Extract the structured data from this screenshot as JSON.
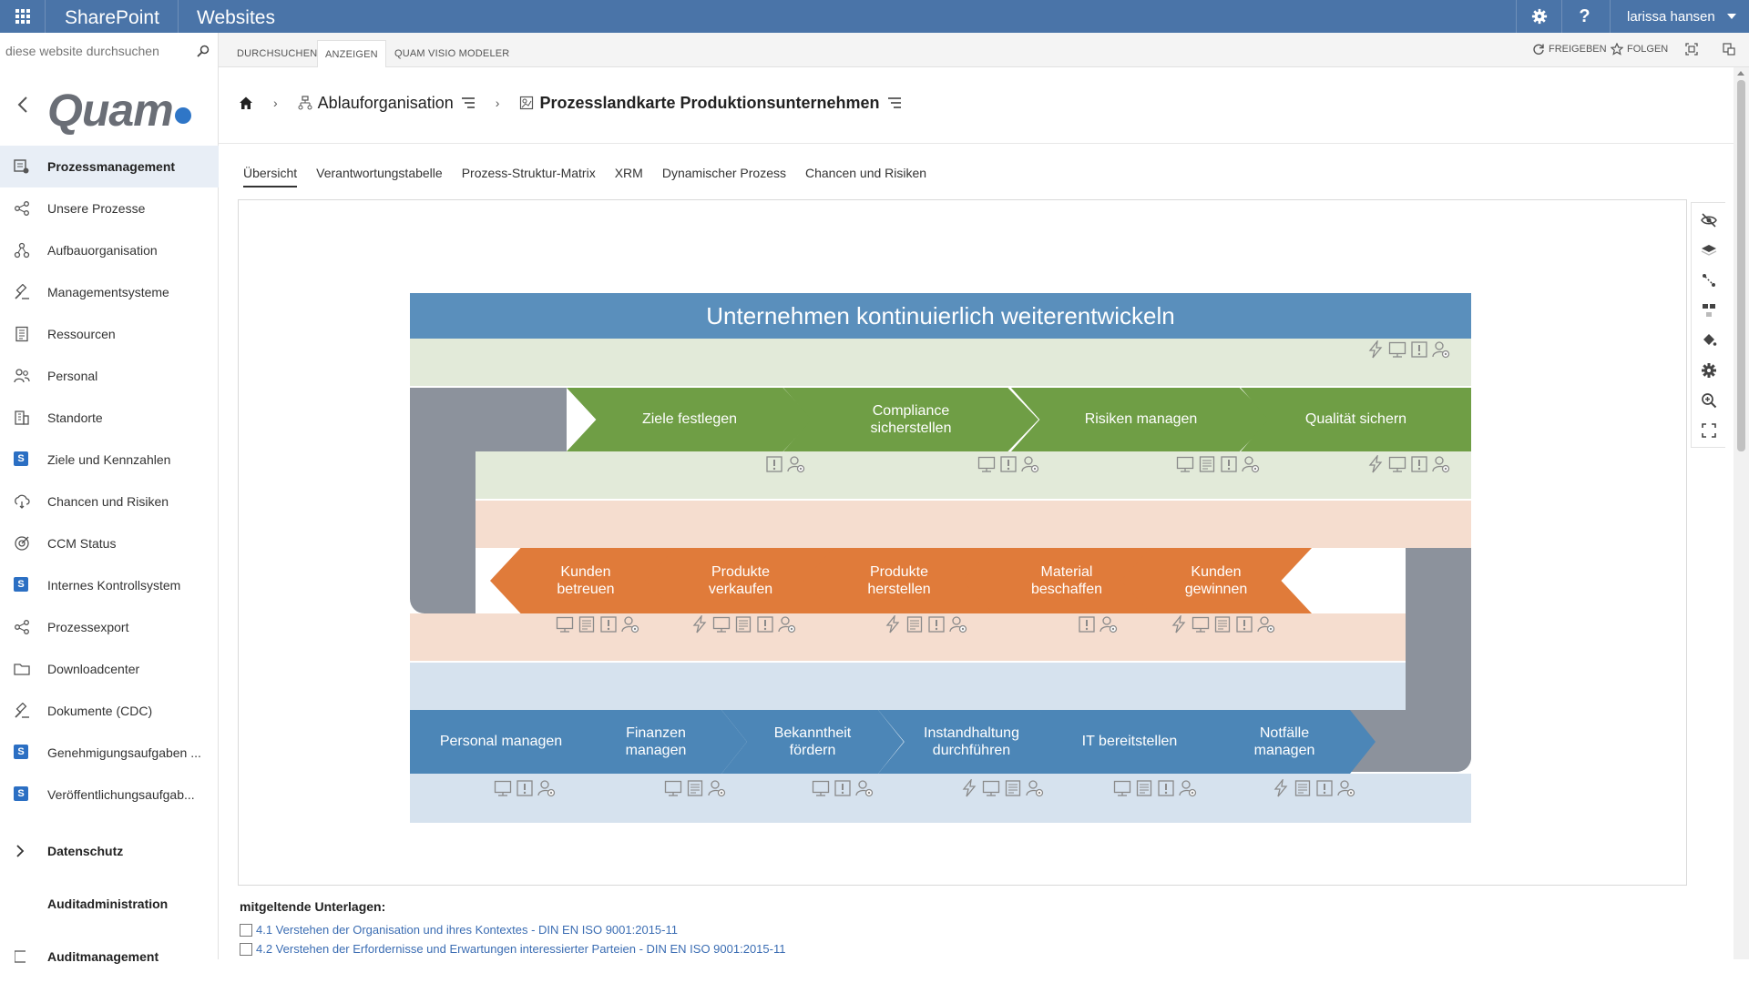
{
  "suitebar": {
    "brand": "SharePoint",
    "site": "Websites",
    "user": "larissa hansen"
  },
  "ribbon": {
    "tabs": [
      "DURCHSUCHEN",
      "ANZEIGEN",
      "QUAM VISIO MODELER"
    ],
    "active_tab": "ANZEIGEN",
    "share": "FREIGEBEN",
    "follow": "FOLGEN"
  },
  "search": {
    "placeholder": "diese website durchsuchen"
  },
  "logo": {
    "text": "Quam"
  },
  "nav": {
    "items": [
      {
        "label": "Prozessmanagement",
        "icon": "process-mgmt-icon"
      },
      {
        "label": "Unsere Prozesse",
        "icon": "share-nodes-icon"
      },
      {
        "label": "Aufbauorganisation",
        "icon": "org-chart-icon"
      },
      {
        "label": "Managementsysteme",
        "icon": "gavel-icon"
      },
      {
        "label": "Ressourcen",
        "icon": "list-doc-icon"
      },
      {
        "label": "Personal",
        "icon": "people-icon"
      },
      {
        "label": "Standorte",
        "icon": "building-icon"
      },
      {
        "label": "Ziele und Kennzahlen",
        "icon": "sharepoint-icon"
      },
      {
        "label": "Chancen und Risiken",
        "icon": "cloud-sync-icon"
      },
      {
        "label": "CCM Status",
        "icon": "target-icon"
      },
      {
        "label": "Internes Kontrollsystem",
        "icon": "sharepoint-icon"
      },
      {
        "label": "Prozessexport",
        "icon": "share-nodes-icon"
      },
      {
        "label": "Downloadcenter",
        "icon": "folder-icon"
      },
      {
        "label": "Dokumente (CDC)",
        "icon": "gavel-icon"
      },
      {
        "label": "Genehmigungsaufgaben ...",
        "icon": "sharepoint-icon"
      },
      {
        "label": "Veröffentlichungsaufgab...",
        "icon": "sharepoint-icon"
      }
    ],
    "groups": [
      "Datenschutz",
      "Auditadministration",
      "Auditmanagement"
    ]
  },
  "breadcrumb": {
    "level1": "Ablauforganisation",
    "level2": "Prozesslandkarte Produktionsunternehmen"
  },
  "tabs": [
    "Übersicht",
    "Verantwortungstabelle",
    "Prozess-Struktur-Matrix",
    "XRM",
    "Dynamischer Prozess",
    "Chancen und Risiken"
  ],
  "map": {
    "header": "Unternehmen kontinuierlich weiterentwickeln",
    "colors": {
      "header": "#5a8fbc",
      "green": "#6f9e45",
      "orange": "#e07b3a",
      "blue": "#4c86b7",
      "grey": "#8c929c"
    },
    "management": [
      "Ziele festlegen",
      "Compliance sicherstellen",
      "Risiken managen",
      "Qualität sichern"
    ],
    "core": [
      "Kunden betreuen",
      "Produkte verkaufen",
      "Produkte herstellen",
      "Material beschaffen",
      "Kunden gewinnen"
    ],
    "support": [
      "Personal managen",
      "Finanzen managen",
      "Bekanntheit fördern",
      "Instandhaltung durchführen",
      "IT bereitstellen",
      "Notfälle managen"
    ]
  },
  "documents": {
    "title": "mitgeltende Unterlagen:",
    "items": [
      "4.1 Verstehen der Organisation und ihres Kontextes - DIN EN ISO 9001:2015-11",
      "4.2 Verstehen der Erfordernisse und Erwartungen interessierter Parteien - DIN EN ISO 9001:2015-11"
    ]
  }
}
